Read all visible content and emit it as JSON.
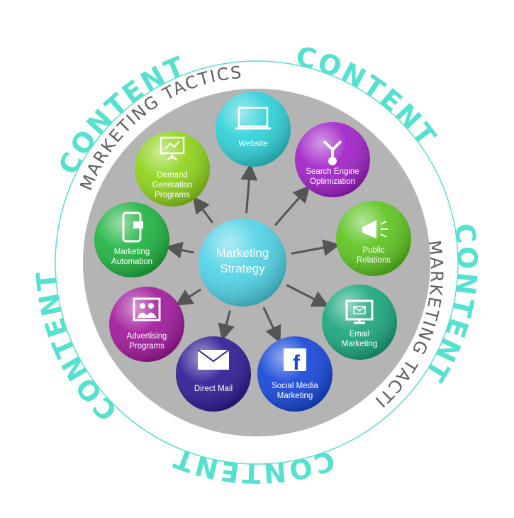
{
  "outer_ring": {
    "label": "CONTENT",
    "color": "#55e0d0",
    "repeats": [
      "CONTENT",
      "CONTENT",
      "CONTENT",
      "CONTENT",
      "CONTENT"
    ]
  },
  "tactics_ring": {
    "label": "MARKETING TACTICS",
    "labels": [
      "MARKETING TACTICS",
      "MARKETING TACTICS"
    ],
    "color": "#5e5e5e"
  },
  "background_disc_color": "#b4b4b4",
  "center": {
    "lines": [
      "Marketing",
      "Strategy"
    ],
    "color": "#4fd3e6"
  },
  "nodes": [
    {
      "id": "website",
      "lines": [
        "Website"
      ],
      "icon": "laptop-icon",
      "color": "#2ed0d8"
    },
    {
      "id": "seo",
      "lines": [
        "Search Engine",
        "Optimization"
      ],
      "icon": "arrows-split-icon",
      "color": "#a020c8"
    },
    {
      "id": "pr",
      "lines": [
        "Public",
        "Relations"
      ],
      "icon": "megaphone-icon",
      "color": "#5cc41e"
    },
    {
      "id": "email",
      "lines": [
        "Email",
        "Marketing"
      ],
      "icon": "monitor-mail-icon",
      "color": "#1aa67e"
    },
    {
      "id": "social",
      "lines": [
        "Social Media",
        "Marketing"
      ],
      "icon": "facebook-icon",
      "color": "#1646d8"
    },
    {
      "id": "direct-mail",
      "lines": [
        "Direct Mail"
      ],
      "icon": "envelope-icon",
      "color": "#2e1a94"
    },
    {
      "id": "advertising",
      "lines": [
        "Advertising",
        "Programs"
      ],
      "icon": "picture-people-icon",
      "color": "#a0189a"
    },
    {
      "id": "automation",
      "lines": [
        "Marketing",
        "Automation"
      ],
      "icon": "phone-icon",
      "color": "#1fb340"
    },
    {
      "id": "demand-gen",
      "lines": [
        "Demand",
        "Generation",
        "Programs"
      ],
      "icon": "presentation-board-icon",
      "color": "#8fd21a"
    }
  ]
}
